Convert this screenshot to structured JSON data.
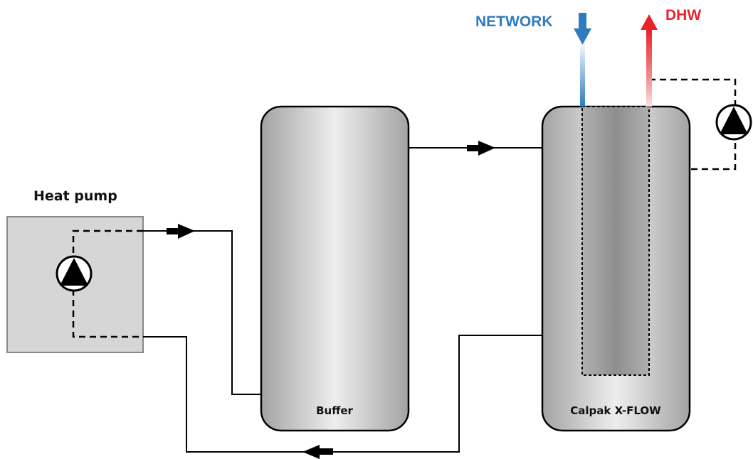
{
  "labels": {
    "heat_pump": "Heat pump",
    "buffer": "Buffer",
    "calpak": "Calpak X-FLOW",
    "network": "NETWORK",
    "dhw": "DHW"
  },
  "colors": {
    "network": "#2e7bbf",
    "dhw": "#e8242b",
    "heat_pump_fill": "#d6d6d6",
    "tank_dark": "#9a9a9a",
    "tank_light": "#eeeeee",
    "line": "#000000"
  },
  "icons": {
    "circulation_pump": "pump-icon",
    "flow_arrow": "flow-arrow-icon"
  }
}
